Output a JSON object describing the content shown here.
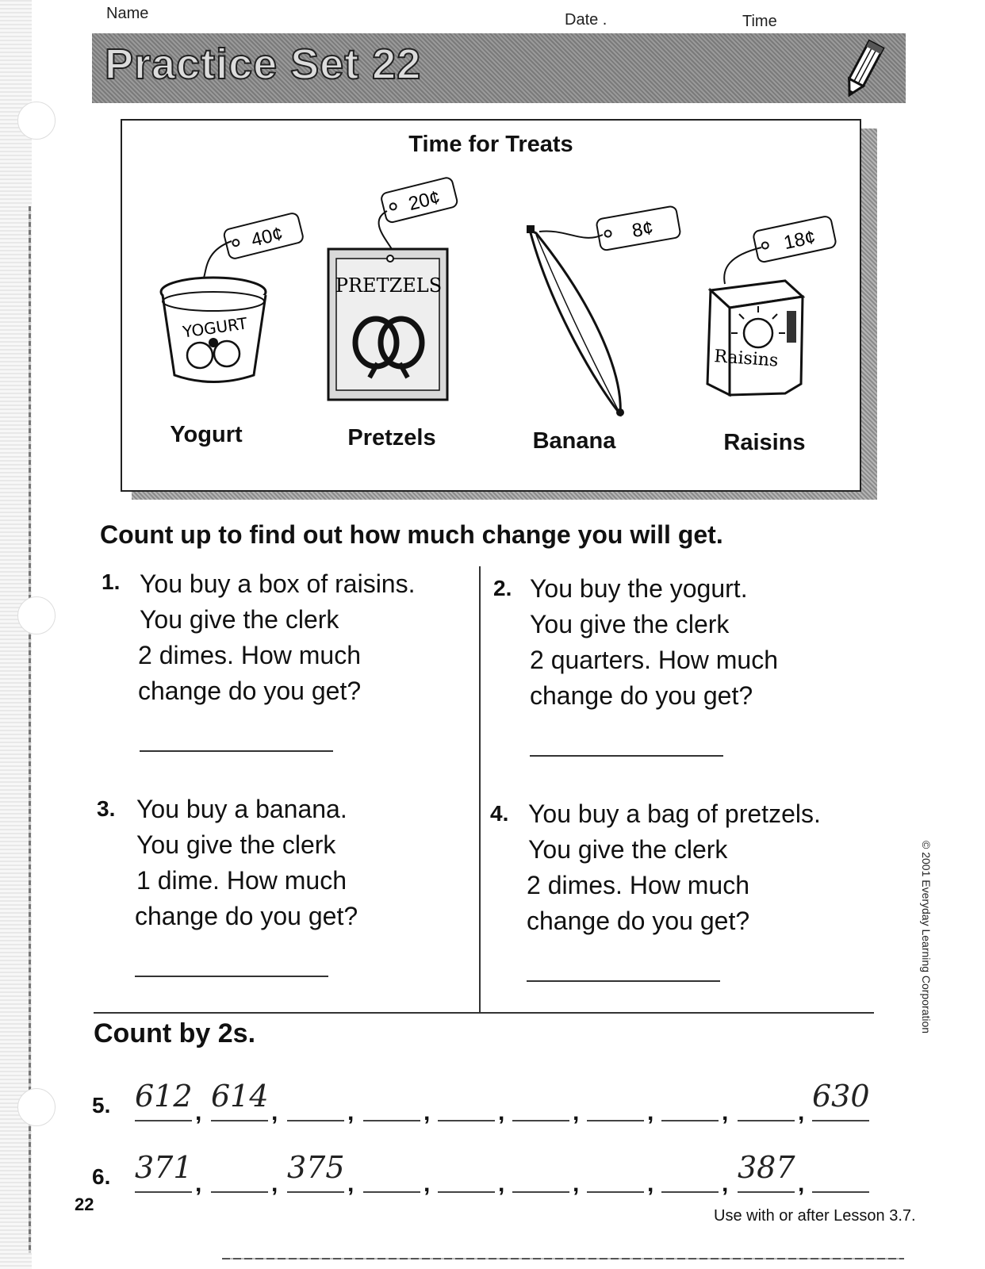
{
  "header": {
    "name_label": "Name",
    "date_label": "Date .",
    "time_label": "Time"
  },
  "banner": {
    "title": "Practice Set 22"
  },
  "treats": {
    "title": "Time for Treats",
    "items": [
      {
        "name": "Yogurt",
        "price": "40¢",
        "package_text": "YOGURT"
      },
      {
        "name": "Pretzels",
        "price": "20¢",
        "package_text": "PRETZELS"
      },
      {
        "name": "Banana",
        "price": "8¢",
        "package_text": ""
      },
      {
        "name": "Raisins",
        "price": "18¢",
        "package_text": "Raisins"
      }
    ]
  },
  "instruction": "Count up to find out how much change you will get.",
  "questions": [
    {
      "number": "1.",
      "lines": [
        "You buy a box of raisins.",
        "You give the clerk",
        "2 dimes. How much",
        "change do you get?"
      ]
    },
    {
      "number": "2.",
      "lines": [
        "You buy the yogurt.",
        "You give the clerk",
        "2 quarters. How much",
        "change do you get?"
      ]
    },
    {
      "number": "3.",
      "lines": [
        "You buy a banana.",
        "You give the clerk",
        "1 dime. How much",
        "change do you get?"
      ]
    },
    {
      "number": "4.",
      "lines": [
        "You buy a bag of pretzels.",
        "You give the clerk",
        "2 dimes. How much",
        "change do you get?"
      ]
    }
  ],
  "count_section": {
    "title": "Count by 2s.",
    "rows": [
      {
        "number": "5.",
        "values": [
          "612",
          "614",
          "",
          "",
          "",
          "",
          "",
          "",
          "",
          "630"
        ]
      },
      {
        "number": "6.",
        "values": [
          "371",
          "",
          "375",
          "",
          "",
          "",
          "",
          "",
          "387",
          ""
        ]
      }
    ]
  },
  "page_number": "22",
  "footer": "Use with or after Lesson 3.7.",
  "copyright": "© 2001 Everyday Learning Corporation"
}
